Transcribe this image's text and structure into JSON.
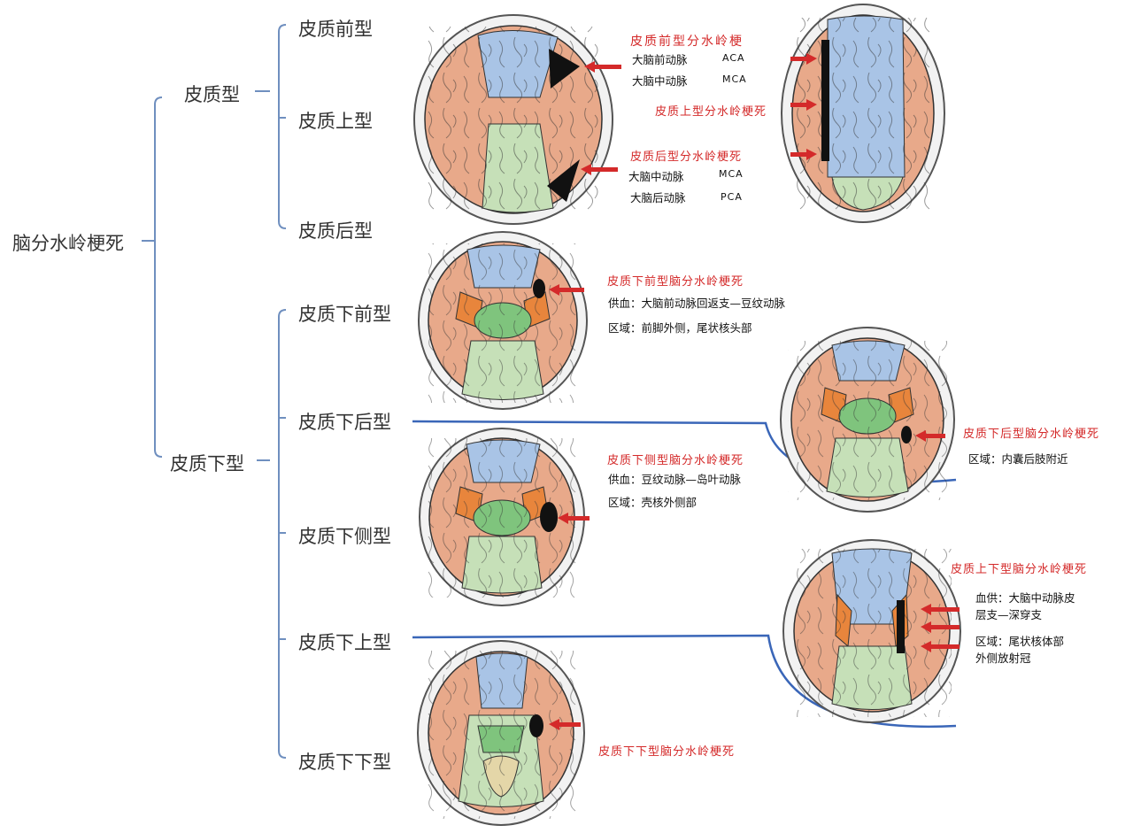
{
  "tree": {
    "root": "脑分水岭梗死",
    "cortical": "皮质型",
    "cortical_anterior": "皮质前型",
    "cortical_superior": "皮质上型",
    "cortical_posterior": "皮质后型",
    "subcortical": "皮质下型",
    "sub_anterior": "皮质下前型",
    "sub_posterior": "皮质下后型",
    "sub_lateral": "皮质下侧型",
    "sub_superior": "皮质下上型",
    "sub_inferior": "皮质下下型"
  },
  "annotations": {
    "cortical_anterior": {
      "title": "皮质前型分水岭梗",
      "row1_name": "大脑前动脉",
      "row1_abbr": "ACA",
      "row2_name": "大脑中动脉",
      "row2_abbr": "MCA"
    },
    "cortical_superior": {
      "title": "皮质上型分水岭梗死"
    },
    "cortical_posterior": {
      "title": "皮质后型分水岭梗死",
      "row1_name": "大脑中动脉",
      "row1_abbr": "MCA",
      "row2_name": "大脑后动脉",
      "row2_abbr": "PCA"
    },
    "sub_anterior": {
      "title": "皮质下前型脑分水岭梗死",
      "supply": "供血：大脑前动脉回返支—豆纹动脉",
      "region": "区域：前脚外侧，尾状核头部"
    },
    "sub_posterior": {
      "title": "皮质下后型脑分水岭梗死",
      "region": "区域：内囊后肢附近"
    },
    "sub_lateral": {
      "title": "皮质下侧型脑分水岭梗死",
      "supply": "供血：豆纹动脉—岛叶动脉",
      "region": "区域：壳核外侧部"
    },
    "sub_superior": {
      "title": "皮质上下型脑分水岭梗死",
      "supply1": "血供：大脑中动脉皮",
      "supply2": "层支—深穿支",
      "region1": "区域：尾状核体部",
      "region2": "外侧放射冠"
    },
    "sub_inferior": {
      "title": "皮质下下型脑分水岭梗死"
    }
  },
  "colors": {
    "tree_line": "#6f8fbf",
    "connector_line": "#3a66b8",
    "annotation_red": "#d42a2a",
    "arrow_red": "#d42a2a",
    "brain_blue": "#a9c4e6",
    "brain_green_light": "#c6e0b8",
    "brain_green_dark": "#7fc47d",
    "brain_skin": "#e8a98a",
    "brain_orange": "#e8853c",
    "skull": "#f2f2f2"
  }
}
